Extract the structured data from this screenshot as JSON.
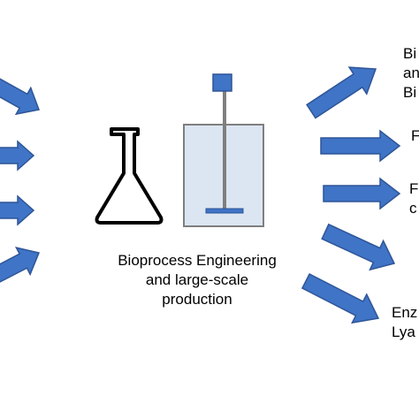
{
  "caption": {
    "line1": "Bioprocess Engineering",
    "line2": "and large-scale",
    "line3": "production"
  },
  "outputs": [
    {
      "lines": [
        "Bi",
        "an",
        "Bi"
      ]
    },
    {
      "lines": [
        "F"
      ]
    },
    {
      "lines": [
        "F",
        "c"
      ]
    },
    {
      "lines": []
    },
    {
      "lines": [
        "Enz",
        "Lya"
      ]
    }
  ],
  "colors": {
    "arrow_fill": "#3f74c6",
    "arrow_stroke": "#2f5597",
    "vessel_fill": "#dce6f2",
    "vessel_stroke": "#7f7f7f",
    "motor_fill": "#3f74c6",
    "outline": "#000000"
  },
  "icons": {
    "flask": "erlenmeyer-flask-icon",
    "bioreactor": "stirred-tank-bioreactor-icon"
  }
}
